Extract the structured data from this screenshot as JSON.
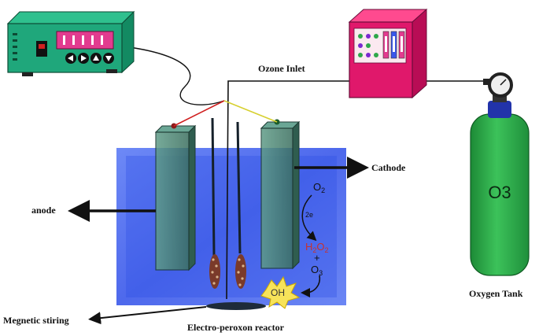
{
  "labels": {
    "ozone_inlet": "Ozone Inlet",
    "cathode": "Cathode",
    "anode": "anode",
    "tank_text": "O3",
    "oxygen_tank": "Oxygen Tank",
    "magnetic_stirring": "Megnetic stiring",
    "reactor": "Electro-peroxon reactor"
  },
  "reaction": {
    "o2": "O",
    "o2_sub": "2",
    "electrons": "2e",
    "h2o2_h": "H",
    "h2o2_sub1": "2",
    "h2o2_o": "O",
    "h2o2_sub2": "2",
    "plus": "+",
    "o3": "O",
    "o3_sub": "3",
    "oh": "OH"
  },
  "colors": {
    "water": "#3c5ef0",
    "electrode": "#3f7f6c",
    "power_supply": "#1fa77b",
    "ozone_generator": "#e0186b",
    "tank": "#2ea84a",
    "display": "#e23b8f"
  }
}
